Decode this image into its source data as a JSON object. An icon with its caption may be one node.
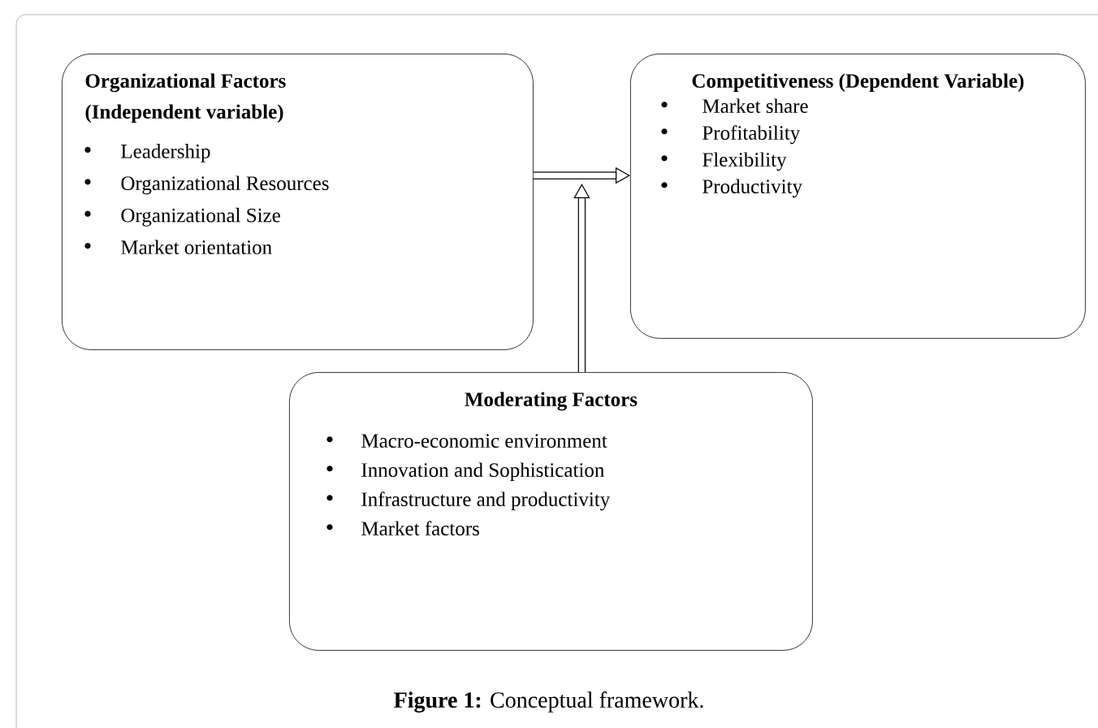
{
  "diagram": {
    "caption": "**Figure 1:** Conceptual framework.",
    "nodes": [
      {
        "text": [
          "Organizational Factors (Independent variable)",
          "Leadership",
          "Organizational Resources",
          "Organizational Size",
          "Market orientation"
        ]
      },
      {
        "text": [
          "Competitiveness (Dependent Variable)",
          "Market share",
          "Profitability",
          "Flexibility",
          "Productivity"
        ]
      },
      {
        "text": [
          "Moderating Factors",
          "Macro-economic environment",
          "Innovation and Sophistication",
          "Infrastructure and productivity",
          "Market factors"
        ]
      }
    ],
    "edges": [
      {
        "from": 0,
        "to": 1,
        "arrow": "to"
      },
      {
        "from": 2,
        "to": null,
        "arrow": "to"
      }
    ]
  }
}
